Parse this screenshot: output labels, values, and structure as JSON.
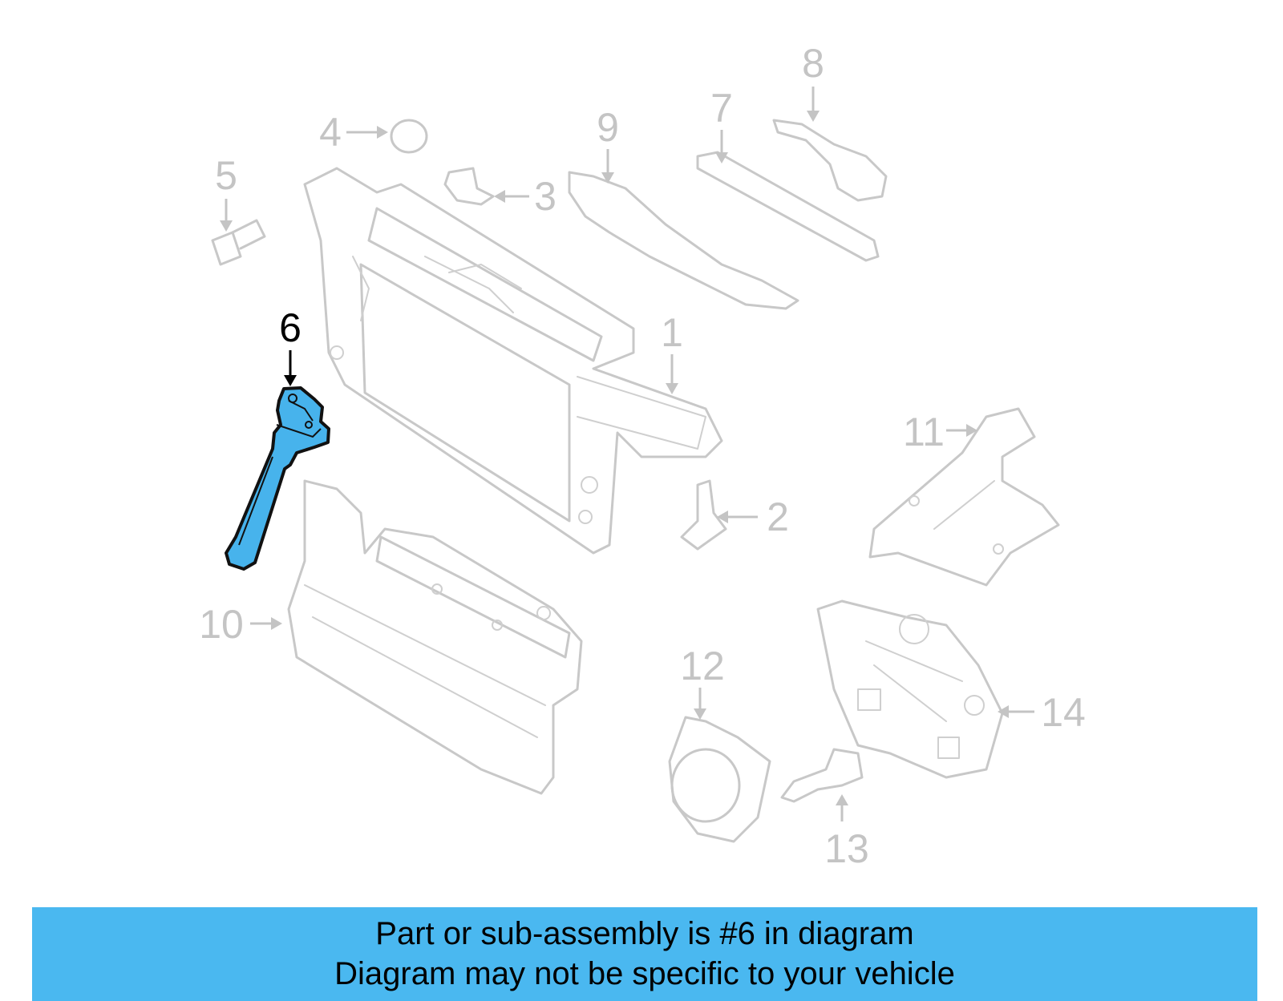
{
  "diagram": {
    "highlighted_part": "6",
    "highlight_color": "#47b3ec",
    "callouts": [
      "1",
      "2",
      "3",
      "4",
      "5",
      "6",
      "7",
      "8",
      "9",
      "10",
      "11",
      "12",
      "13",
      "14"
    ]
  },
  "banner": {
    "line1": "Part or sub-assembly is #6 in diagram",
    "line2": "Diagram may not be specific to your vehicle",
    "background": "#4ab8f0"
  }
}
